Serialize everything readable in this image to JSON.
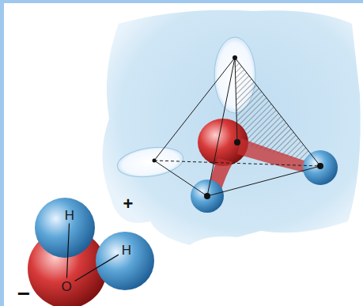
{
  "diagram": {
    "nodes": [
      {
        "text": [
          "H"
        ]
      },
      {
        "text": [
          "O"
        ]
      },
      {
        "text": [
          "H"
        ]
      }
    ],
    "edges": [
      {
        "from": 1,
        "to": 0,
        "arrow": "none"
      },
      {
        "from": 1,
        "to": 2,
        "arrow": "none"
      }
    ],
    "labels": [
      "+",
      "−"
    ]
  }
}
